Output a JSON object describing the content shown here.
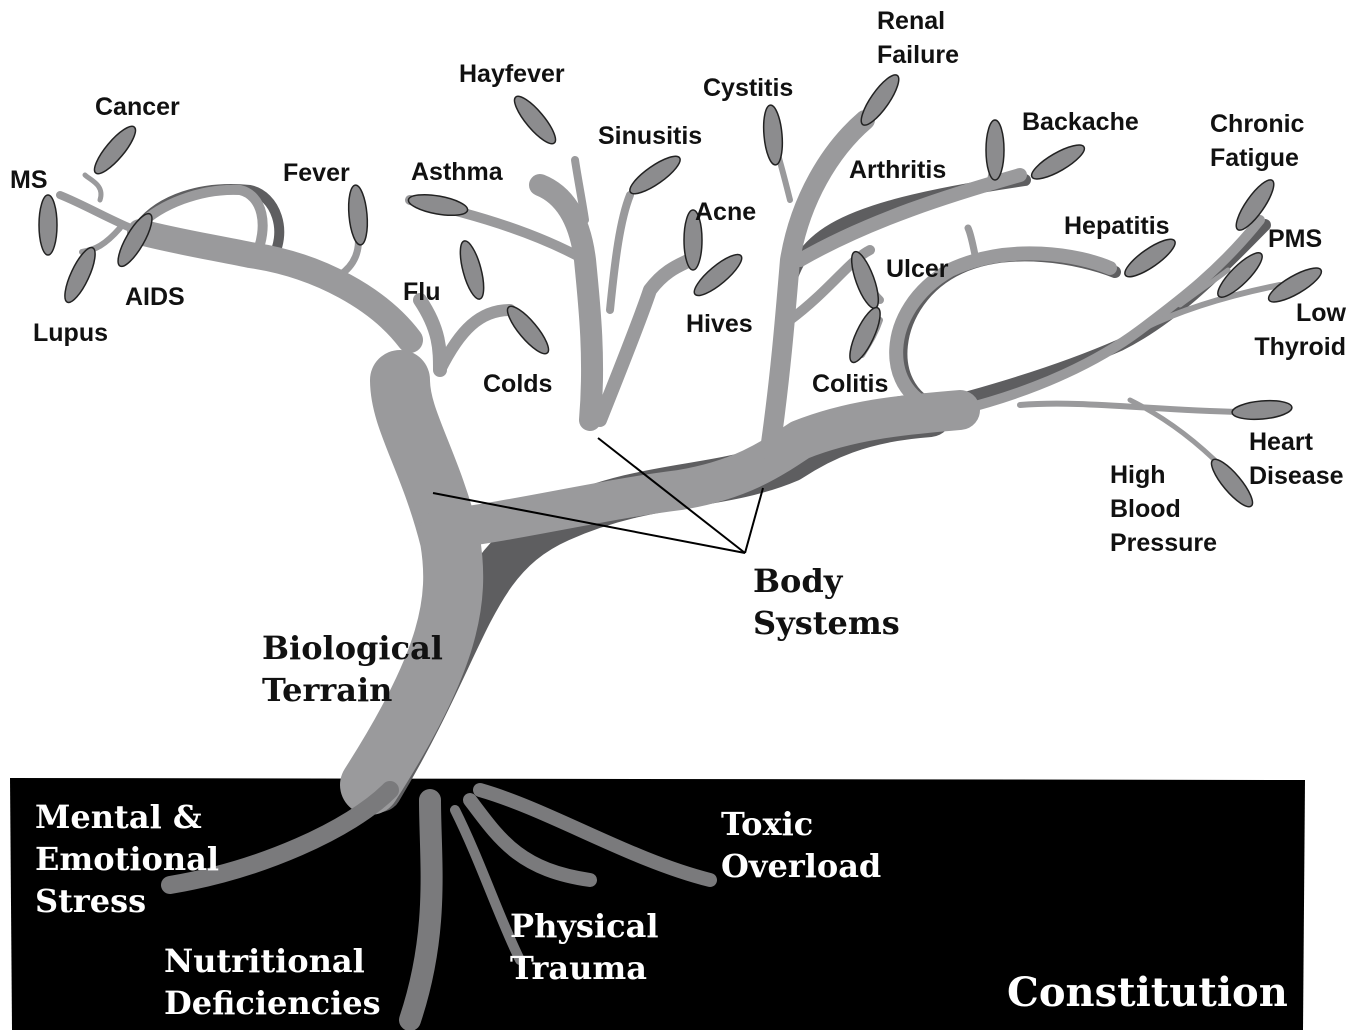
{
  "diseases": {
    "cancer": "Cancer",
    "ms": "MS",
    "lupus": "Lupus",
    "aids": "AIDS",
    "fever": "Fever",
    "asthma": "Asthma",
    "flu": "Flu",
    "colds": "Colds",
    "hayfever": "Hayfever",
    "sinusitis": "Sinusitis",
    "acne": "Acne",
    "hives": "Hives",
    "cystitis": "Cystitis",
    "renal_failure": [
      "Renal",
      "Failure"
    ],
    "arthritis": "Arthritis",
    "colitis": "Colitis",
    "ulcer": "Ulcer",
    "backache": "Backache",
    "hepatitis": "Hepatitis",
    "chronic_fatigue": [
      "Chronic",
      "Fatigue"
    ],
    "pms": "PMS",
    "low_thyroid": [
      "Low",
      "Thyroid"
    ],
    "heart_disease": [
      "Heart",
      "Disease"
    ],
    "high_blood_pressure": [
      "High",
      "Blood",
      "Pressure"
    ]
  },
  "tree_labels": {
    "body_systems": [
      "Body",
      "Systems"
    ],
    "biological_terrain": [
      "Biological",
      "Terrain"
    ]
  },
  "root_labels": {
    "mental_emotional_stress": [
      "Mental &",
      "Emotional",
      "Stress"
    ],
    "nutritional_deficiencies": [
      "Nutritional",
      "Deficiencies"
    ],
    "physical_trauma": [
      "Physical",
      "Trauma"
    ],
    "toxic_overload": [
      "Toxic",
      "Overload"
    ],
    "constitution": "Constitution"
  },
  "colors": {
    "trunk": "#9a9a9c",
    "shadow": "#5e5e60",
    "leaf": "#8c8c8e",
    "ground": "#000000",
    "root": "#7a7a7c"
  }
}
